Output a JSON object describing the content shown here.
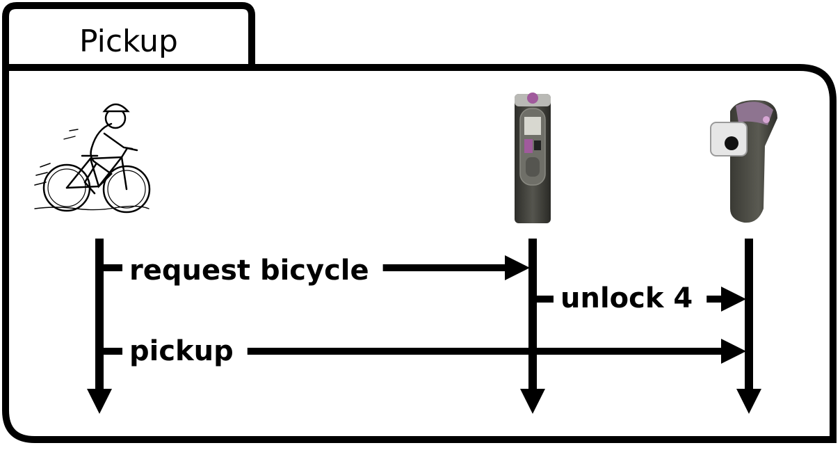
{
  "frame": {
    "title": "Pickup"
  },
  "participants": [
    {
      "id": "cyclist",
      "icon": "cyclist-icon"
    },
    {
      "id": "station-terminal",
      "icon": "kiosk-terminal-icon"
    },
    {
      "id": "bike-dock",
      "icon": "docking-point-icon"
    }
  ],
  "messages": [
    {
      "label": "request bicycle",
      "from": "cyclist",
      "to": "station-terminal"
    },
    {
      "label": "unlock 4",
      "from": "station-terminal",
      "to": "bike-dock"
    },
    {
      "label": "pickup",
      "from": "cyclist",
      "to": "bike-dock"
    }
  ],
  "colors": {
    "stroke": "#000000",
    "terminal_body": "#4a4a44",
    "accent_purple": "#a05a9c"
  }
}
